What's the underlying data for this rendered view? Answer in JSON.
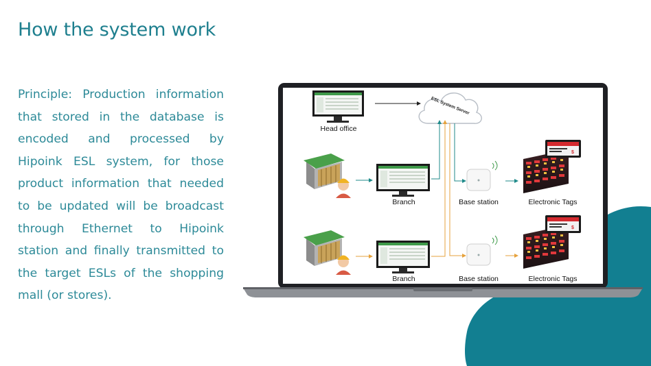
{
  "page": {
    "title": "How the system work",
    "principle": "Principle: Production information that stored in the database is encoded and processed by Hipoink ESL system, for those product information that needed to be updated will be broadcast through Ethernet to Hipoink station and finally transmitted to the target ESLs of the shopping mall (or stores)."
  },
  "diagram": {
    "head_office": "Head office",
    "cloud_label": "ESL System Server",
    "branch_1": "Branch",
    "branch_2": "Branch",
    "base_station_1": "Base station",
    "base_station_2": "Base station",
    "tags_1": "Electronic Tags",
    "tags_2": "Electronic Tags"
  },
  "colors": {
    "title": "#1e7f8e",
    "body_text": "#2d8a98",
    "accent_shape": "#127f91",
    "arrow_teal": "#1f8a8a",
    "arrow_orange": "#e6a23c"
  }
}
